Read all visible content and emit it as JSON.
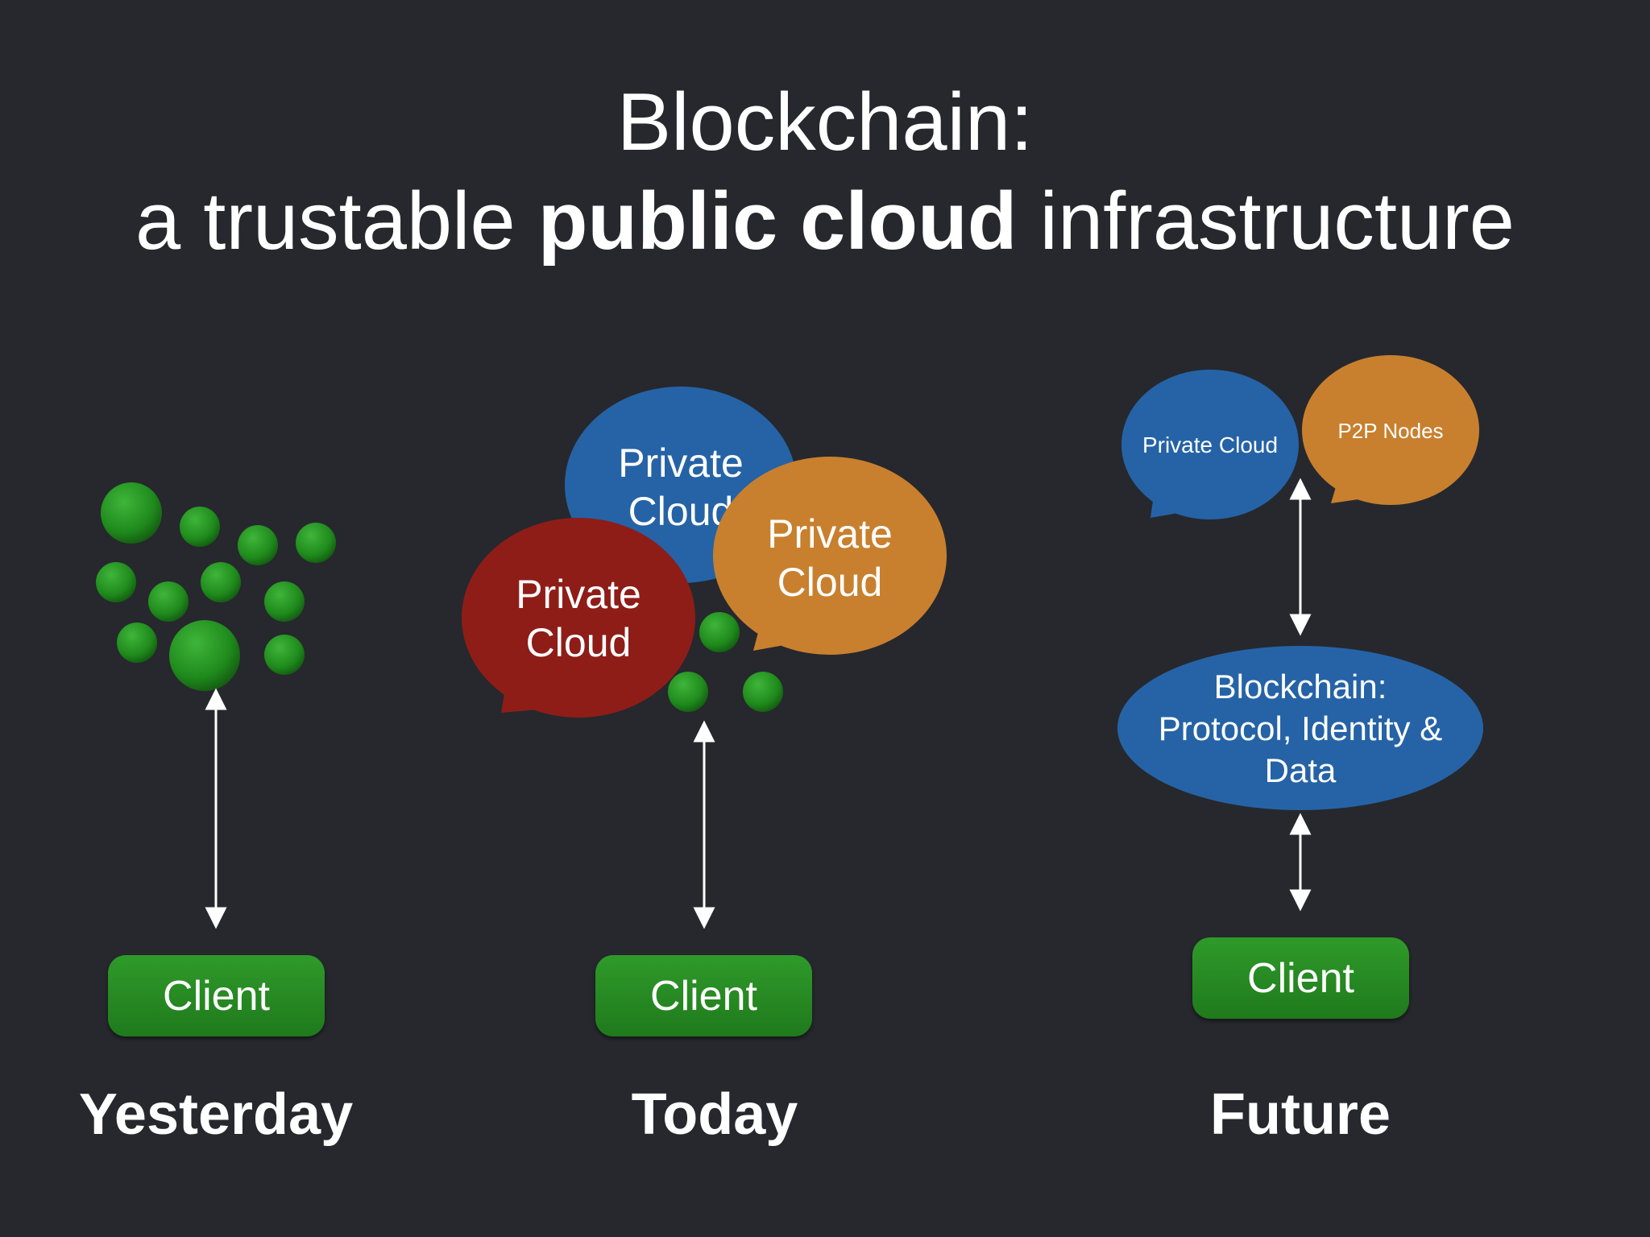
{
  "title": {
    "line1": "Blockchain:",
    "line2_pre": "a trustable ",
    "line2_bold": "public cloud",
    "line2_post": " infrastructure"
  },
  "columns": {
    "yesterday": {
      "label": "Yesterday",
      "client": "Client"
    },
    "today": {
      "label": "Today",
      "client": "Client",
      "clouds": [
        {
          "line1": "Private",
          "line2": "Cloud",
          "color": "#2563a6"
        },
        {
          "line1": "Private",
          "line2": "Cloud",
          "color": "#c8802e"
        },
        {
          "line1": "Private",
          "line2": "Cloud",
          "color": "#8e1d18"
        }
      ]
    },
    "future": {
      "label": "Future",
      "client": "Client",
      "private_cloud": "Private Cloud",
      "p2p_nodes": "P2P Nodes",
      "blockchain": {
        "line1": "Blockchain:",
        "line2": "Protocol, Identity &",
        "line3": "Data"
      }
    }
  },
  "colors": {
    "background": "#26282d",
    "node_green": "#1f8a1c",
    "client_green": "#2a8f25",
    "cloud_blue": "#2563a6",
    "cloud_orange": "#c8802e",
    "cloud_red": "#8e1d18",
    "arrow": "#ffffff"
  }
}
